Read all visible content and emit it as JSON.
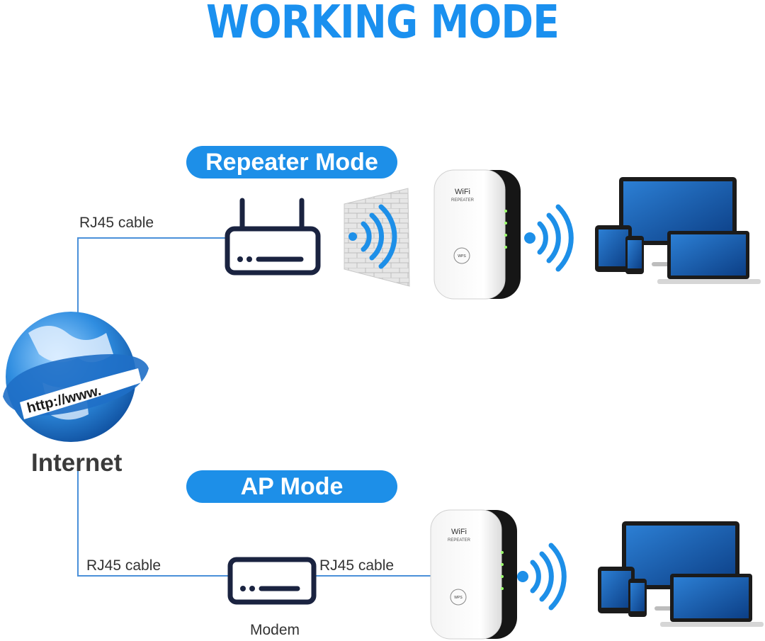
{
  "title": "WORKING MODE",
  "modes": {
    "repeater": "Repeater Mode",
    "ap": "AP Mode"
  },
  "labels": {
    "rj45_top": "RJ45 cable",
    "rj45_bottom_left": "RJ45 cable",
    "rj45_bottom_right": "RJ45 cable",
    "modem": "Modem",
    "internet": "Internet"
  },
  "globe": {
    "banner_text": "http://www."
  },
  "repeater_device": {
    "brand": "WiFi",
    "model": "REPEATER",
    "button": "WPS"
  },
  "colors": {
    "accent": "#1d8fe8",
    "cable": "#4a90d9",
    "device_dark": "#1a1a1a",
    "wall": "#d9d9d9"
  }
}
